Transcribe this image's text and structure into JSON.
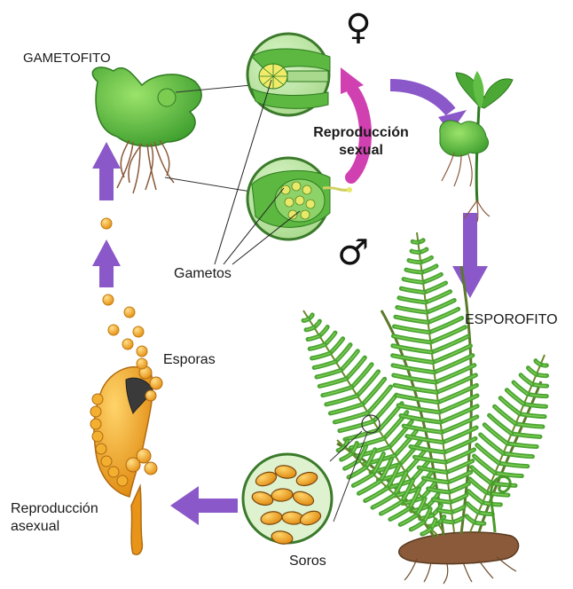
{
  "labels": {
    "gametofito": "GAMETOFITO",
    "reproduccion_sexual_1": "Reproducción",
    "reproduccion_sexual_2": "sexual",
    "esporofito": "ESPOROFITO",
    "gametos": "Gametos",
    "esporas": "Esporas",
    "reproduccion_asexual_1": "Reproducción",
    "reproduccion_asexual_2": "asexual",
    "soros": "Soros"
  },
  "symbols": {
    "female": "♀",
    "male": "♂"
  },
  "colors": {
    "arrow_purple": "#8a58c8",
    "arrow_magenta": "#d040b0",
    "plant_green": "#55b83c",
    "plant_dark_green": "#2e8a2a",
    "sporangium_orange": "#f0a020",
    "spore_orange": "#f2a628",
    "root_brown": "#8a5a3a"
  }
}
